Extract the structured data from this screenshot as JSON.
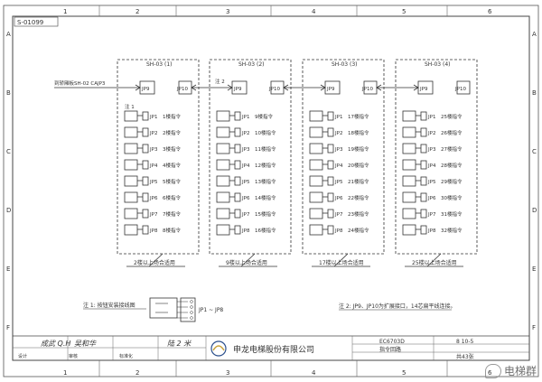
{
  "drawing_code": "S-01099",
  "col_numbers": [
    "1",
    "2",
    "3",
    "4",
    "5",
    "6"
  ],
  "row_letters": [
    "A",
    "B",
    "C",
    "D",
    "E",
    "F"
  ],
  "boards": [
    {
      "title": "SH-03 (1)",
      "io_left": "JP9",
      "io_right": "JP10",
      "caption": "2楼以上场合适用",
      "ports": [
        "JP1",
        "JP2",
        "JP3",
        "JP4",
        "JP5",
        "JP6",
        "JP7",
        "JP8"
      ],
      "labels": [
        "1楼指令",
        "2楼指令",
        "3楼指令",
        "4楼指令",
        "5楼指令",
        "6楼指令",
        "7楼指令",
        "8楼指令"
      ]
    },
    {
      "title": "SH-03 (2)",
      "io_left": "JP9",
      "io_right": "JP10",
      "caption": "9楼以上场合适用",
      "ports": [
        "JP1",
        "JP2",
        "JP3",
        "JP4",
        "JP5",
        "JP6",
        "JP7",
        "JP8"
      ],
      "labels": [
        "9楼指令",
        "10楼指令",
        "11楼指令",
        "12楼指令",
        "13楼指令",
        "14楼指令",
        "15楼指令",
        "16楼指令"
      ]
    },
    {
      "title": "SH-03 (3)",
      "io_left": "JP9",
      "io_right": "JP10",
      "caption": "17楼以上场合适用",
      "ports": [
        "JP1",
        "JP2",
        "JP3",
        "JP4",
        "JP5",
        "JP6",
        "JP7",
        "JP8"
      ],
      "labels": [
        "17楼指令",
        "18楼指令",
        "19楼指令",
        "20楼指令",
        "21楼指令",
        "22楼指令",
        "23楼指令",
        "24楼指令"
      ]
    },
    {
      "title": "SH-03 (4)",
      "io_left": "JP9",
      "io_right": "JP10",
      "caption": "25楼以上场合适用",
      "ports": [
        "JP1",
        "JP2",
        "JP3",
        "JP4",
        "JP5",
        "JP6",
        "JP7",
        "JP8"
      ],
      "labels": [
        "25楼指令",
        "26楼指令",
        "27楼指令",
        "28楼指令",
        "29楼指令",
        "30楼指令",
        "31楼指令",
        "32楼指令"
      ]
    }
  ],
  "input_label": "到轿厢板SH-02 CAJP3",
  "note1_marker": "注 1",
  "note1_text": "注 1: 按钮安装接线图",
  "note1_range": "JP1 ~ JP8",
  "note2_text": "注 2: JP9、JP10为扩展接口，14芯扁平线连接。",
  "title_block": {
    "sig_design": "成武 Q.H",
    "sig_check": "吴和华",
    "sig_approve": "陆 2 米",
    "small_labels": [
      "设计",
      "审核",
      "标准化"
    ],
    "company": "申龙电梯股份有限公司",
    "drawing_no": "EC6703D",
    "sheet_title": "指令回路",
    "sheet_code": "8 10-5",
    "page_no": "共43张"
  },
  "watermark": "电梯群"
}
